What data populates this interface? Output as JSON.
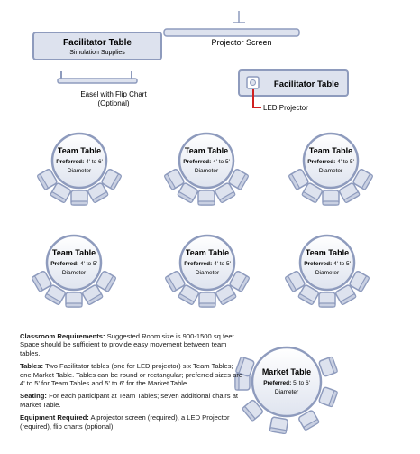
{
  "facilitator_table_top": {
    "title": "Facilitator Table",
    "subtitle": "Simulation Supplies"
  },
  "projector_screen": {
    "label": "Projector Screen"
  },
  "easel": {
    "label_line1": "Easel with Flip Chart",
    "label_line2": "(Optional)"
  },
  "facilitator_table_right": {
    "title": "Facilitator Table"
  },
  "led_projector": {
    "label": "LED Projector"
  },
  "team_tables": [
    {
      "title": "Team Table",
      "pref_label": "Preferred:",
      "pref_value": "4' to 6'",
      "diameter": "Diameter"
    },
    {
      "title": "Team Table",
      "pref_label": "Preferred:",
      "pref_value": "4' to 5'",
      "diameter": "Diameter"
    },
    {
      "title": "Team Table",
      "pref_label": "Preferred:",
      "pref_value": "4' to 5'",
      "diameter": "Diameter"
    },
    {
      "title": "Team Table",
      "pref_label": "Preferred:",
      "pref_value": "4' to 5'",
      "diameter": "Diameter"
    },
    {
      "title": "Team Table",
      "pref_label": "Preferred:",
      "pref_value": "4' to 5'",
      "diameter": "Diameter"
    },
    {
      "title": "Team Table",
      "pref_label": "Preferred:",
      "pref_value": "4' to 5'",
      "diameter": "Diameter"
    }
  ],
  "market_table": {
    "title": "Market Table",
    "pref_label": "Preferred:",
    "pref_value": "5' to 6'",
    "diameter": "Diameter"
  },
  "notes": {
    "classroom_heading": "Classroom Requirements:",
    "classroom_text": "Suggested Room size is 900-1500 sq feet. Space should be sufficient to provide easy movement between team tables.",
    "tables_heading": "Tables:",
    "tables_text": "Two Facilitator tables (one for LED projector) six Team Tables; one Market Table. Tables can be round or rectangular; preferred sizes are 4' to 5' for Team Tables and 5' to 6' for the Market Table.",
    "seating_heading": "Seating:",
    "seating_text": "For each participant at Team Tables; seven additional chairs at Market Table.",
    "equipment_heading": "Equipment Required:",
    "equipment_text": "A projector screen (required), a LED Projector (required), flip charts (optional)."
  },
  "colors": {
    "fill": "#dde2ee",
    "stroke": "#8e9bbd",
    "accent": "#d02020"
  }
}
